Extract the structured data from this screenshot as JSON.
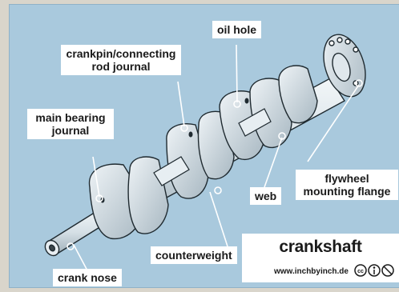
{
  "labels": {
    "oil_hole": "oil hole",
    "crankpin": "crankpin/connecting rod journal",
    "main_bearing": "main bearing journal",
    "web": "web",
    "flywheel": "flywheel mounting flange",
    "counterweight": "counterweight",
    "crank_nose": "crank nose"
  },
  "title": "crankshaft",
  "website": "www.inchbyinch.de",
  "license_icons": [
    "cc-icon",
    "by-icon",
    "nc-icon"
  ]
}
